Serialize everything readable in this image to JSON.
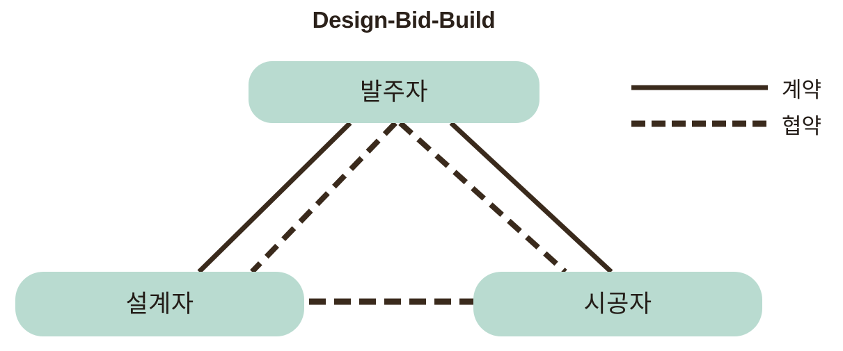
{
  "diagram": {
    "title": "Design-Bid-Build",
    "type": "relationship-diagram",
    "colors": {
      "node_fill": "#b9dbd0",
      "line": "#3a2a1c",
      "text": "#231c17",
      "title": "#2b211a",
      "background": "#ffffff"
    },
    "nodes": [
      {
        "id": "owner",
        "label": "발주자",
        "position": "top-center"
      },
      {
        "id": "designer",
        "label": "설계자",
        "position": "bottom-left"
      },
      {
        "id": "constructor",
        "label": "시공자",
        "position": "bottom-right"
      }
    ],
    "edges": [
      {
        "from": "owner",
        "to": "designer",
        "style": "solid",
        "meaning": "계약"
      },
      {
        "from": "owner",
        "to": "constructor",
        "style": "solid",
        "meaning": "계약"
      },
      {
        "from": "owner",
        "to": "designer",
        "style": "dashed",
        "meaning": "협약"
      },
      {
        "from": "owner",
        "to": "constructor",
        "style": "dashed",
        "meaning": "협약"
      },
      {
        "from": "designer",
        "to": "constructor",
        "style": "dashed",
        "meaning": "협약"
      }
    ],
    "legend": {
      "items": [
        {
          "style": "solid",
          "label": "계약"
        },
        {
          "style": "dashed",
          "label": "협약"
        }
      ]
    }
  }
}
